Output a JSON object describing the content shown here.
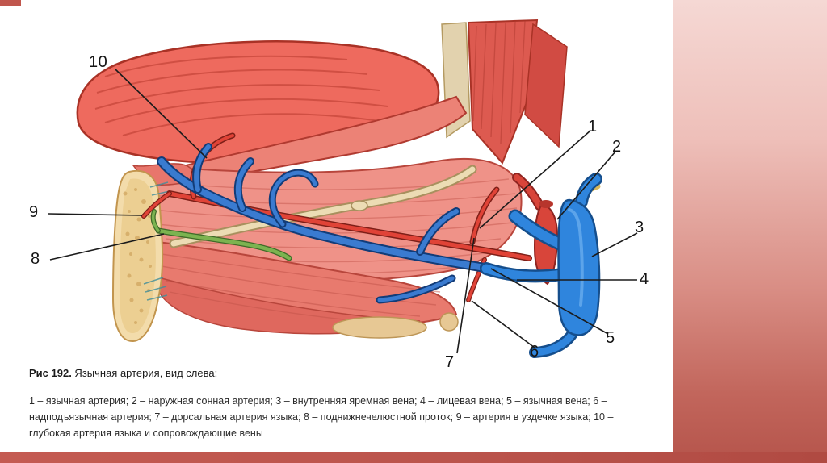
{
  "figure": {
    "caption_label": "Рис 192.",
    "caption_text": " Язычная артерия, вид слева:",
    "legend_lines": [
      "1 – язычная артерия; 2 – наружная сонная артерия; 3 – внутренняя яремная вена; 4 – лицевая вена; 5 – язычная вена; 6 –",
      "надподъязычная артерия; 7 – дорсальная артерия языка; 8 – поднижнечелюстной проток; 9 – артерия в уздечке языка; 10 –",
      "глубокая артерия языка и сопровождающие вены"
    ]
  },
  "callouts": [
    {
      "num": "1"
    },
    {
      "num": "2"
    },
    {
      "num": "3"
    },
    {
      "num": "4"
    },
    {
      "num": "5"
    },
    {
      "num": "6"
    },
    {
      "num": "7"
    },
    {
      "num": "8"
    },
    {
      "num": "9"
    },
    {
      "num": "10"
    }
  ],
  "palette": {
    "artery_red": "#e04337",
    "vein_blue": "#3a7bd0",
    "jugular_blue": "#2f85dd",
    "muscle_pink": "#ef9288",
    "tongue_red": "#ee6a5e",
    "bone_beige": "#f3dcab",
    "duct_green": "#7cb350",
    "tendon_cream": "#ecdcb4",
    "slide_red": "#b5544b"
  }
}
